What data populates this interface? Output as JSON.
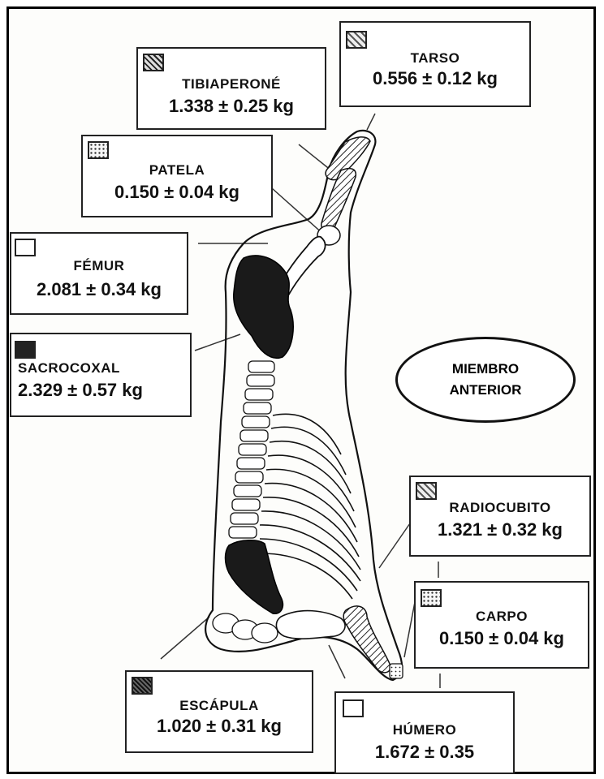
{
  "legend_items": [
    {
      "key": "tibiaperone",
      "label": "TIBIAPERONÉ",
      "value": "1.338 ± 0.25 kg",
      "pattern": "diagonal-dense"
    },
    {
      "key": "tarso",
      "label": "TARSO",
      "value": "0.556 ± 0.12 kg",
      "pattern": "diagonal-light"
    },
    {
      "key": "patela",
      "label": "PATELA",
      "value": "0.150 ± 0.04 kg",
      "pattern": "dots"
    },
    {
      "key": "femur",
      "label": "FÉMUR",
      "value": "2.081 ± 0.34 kg",
      "pattern": "white"
    },
    {
      "key": "sacrocoxal",
      "label": "SACROCOXAL",
      "value": "2.329 ± 0.57 kg",
      "pattern": "dark"
    },
    {
      "key": "radiocubito",
      "label": "RADIOCUBITO",
      "value": "1.321 ± 0.32 kg",
      "pattern": "diagonal-light"
    },
    {
      "key": "carpo",
      "label": "CARPO",
      "value": "0.150 ± 0.04 kg",
      "pattern": "dots"
    },
    {
      "key": "escapula",
      "label": "ESCÁPULA",
      "value": "1.020 ± 0.31 kg",
      "pattern": "crosshatch-dark"
    },
    {
      "key": "humero",
      "label": "HÚMERO",
      "value": "1.672 ± 0.35",
      "pattern": "white"
    }
  ],
  "section_label": {
    "line1": "MIEMBRO",
    "line2": "ANTERIOR"
  }
}
